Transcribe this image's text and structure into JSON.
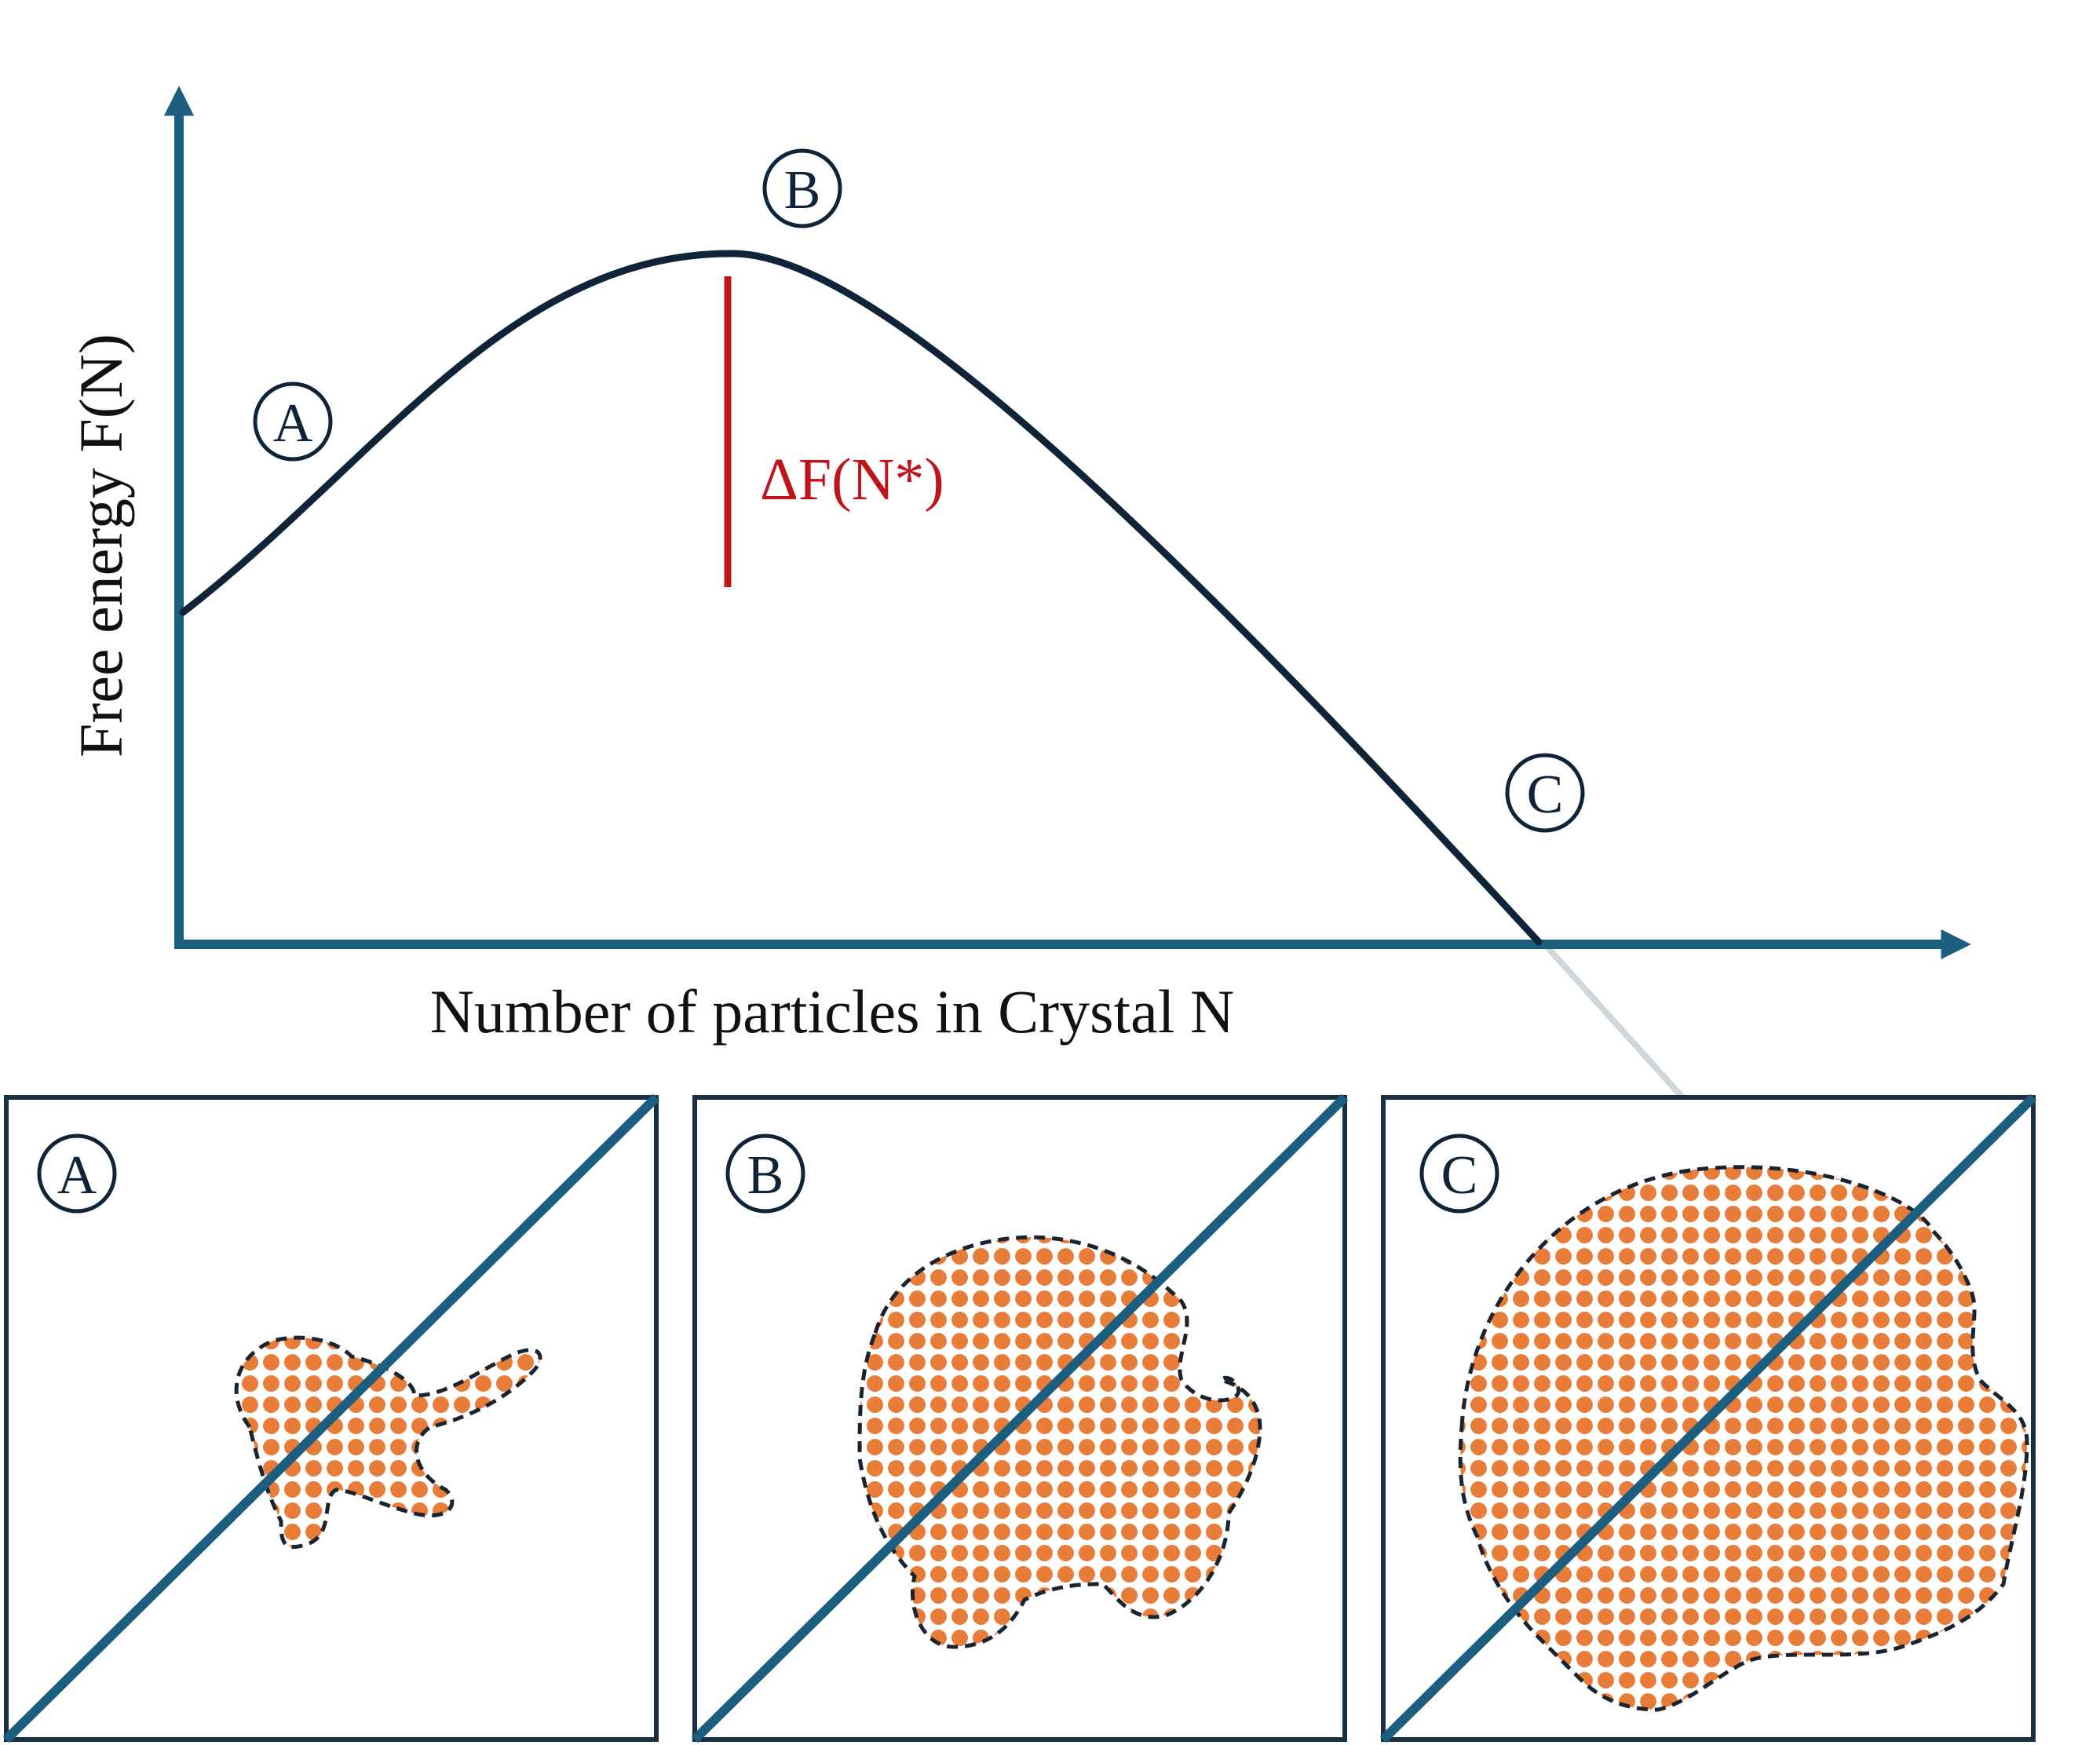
{
  "colors": {
    "axis": "#1b5e80",
    "curve": "#0f2438",
    "barrier": "#c0141b",
    "dots": "#e87d3a",
    "outline": "#1a2430",
    "frame": "#1a2f42",
    "diagonal": "#1b5e80"
  },
  "graph": {
    "y_axis_label": "Free energy F(N)",
    "x_axis_label": "Number of particles in Crystal N",
    "barrier_label": "ΔF(N*)",
    "point_labels": {
      "a": "A",
      "b": "B",
      "c": "C"
    }
  },
  "panels": [
    {
      "id": "a",
      "label": "A"
    },
    {
      "id": "b",
      "label": "B"
    },
    {
      "id": "c",
      "label": "C"
    }
  ]
}
